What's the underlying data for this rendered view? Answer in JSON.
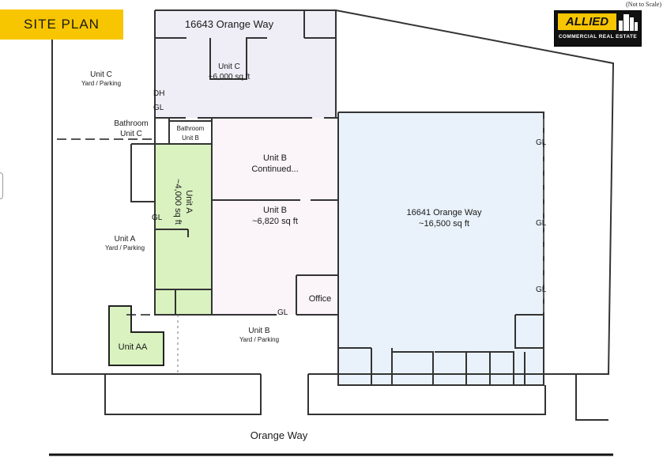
{
  "header": {
    "title": "SITE PLAN",
    "scale_note": "(Not to Scale)",
    "banner_color": "#f7c600"
  },
  "logo": {
    "name": "ALLIED",
    "subtitle": "COMMERCIAL REAL ESTATE",
    "brand_color": "#f7c600",
    "icon": "building-icon"
  },
  "buildings": {
    "north": {
      "address": "16643 Orange Way",
      "fill": "#efeef7"
    },
    "east": {
      "address": "16641 Orange Way",
      "area": "~16,500 sq ft",
      "fill": "#e9f2fa"
    }
  },
  "units": {
    "unit_c": {
      "name": "Unit C",
      "area": "~6,000 sq ft",
      "yard": "Unit C",
      "yard_sub": "Yard / Parking"
    },
    "unit_b": {
      "name": "Unit B",
      "area": "~6,820 sq ft",
      "continued": "Continued...",
      "yard": "Unit B",
      "yard_sub": "Yard / Parking",
      "fill": "#fbf4f9"
    },
    "unit_a": {
      "name": "Unit A",
      "area": "~4,000 sq ft",
      "yard": "Unit A",
      "yard_sub": "Yard / Parking",
      "fill": "#d9f2c0",
      "border": "#3a3a3a"
    },
    "unit_aa": {
      "name": "Unit AA",
      "fill": "#d9f2c0"
    }
  },
  "rooms": {
    "bathroom_c": {
      "line1": "Bathroom",
      "line2": "Unit C"
    },
    "bathroom_b": {
      "line1": "Bathroom",
      "line2": "Unit B"
    },
    "office": "Office"
  },
  "markers": {
    "gl": "GL",
    "dh": "DH"
  },
  "street": "Orange Way"
}
